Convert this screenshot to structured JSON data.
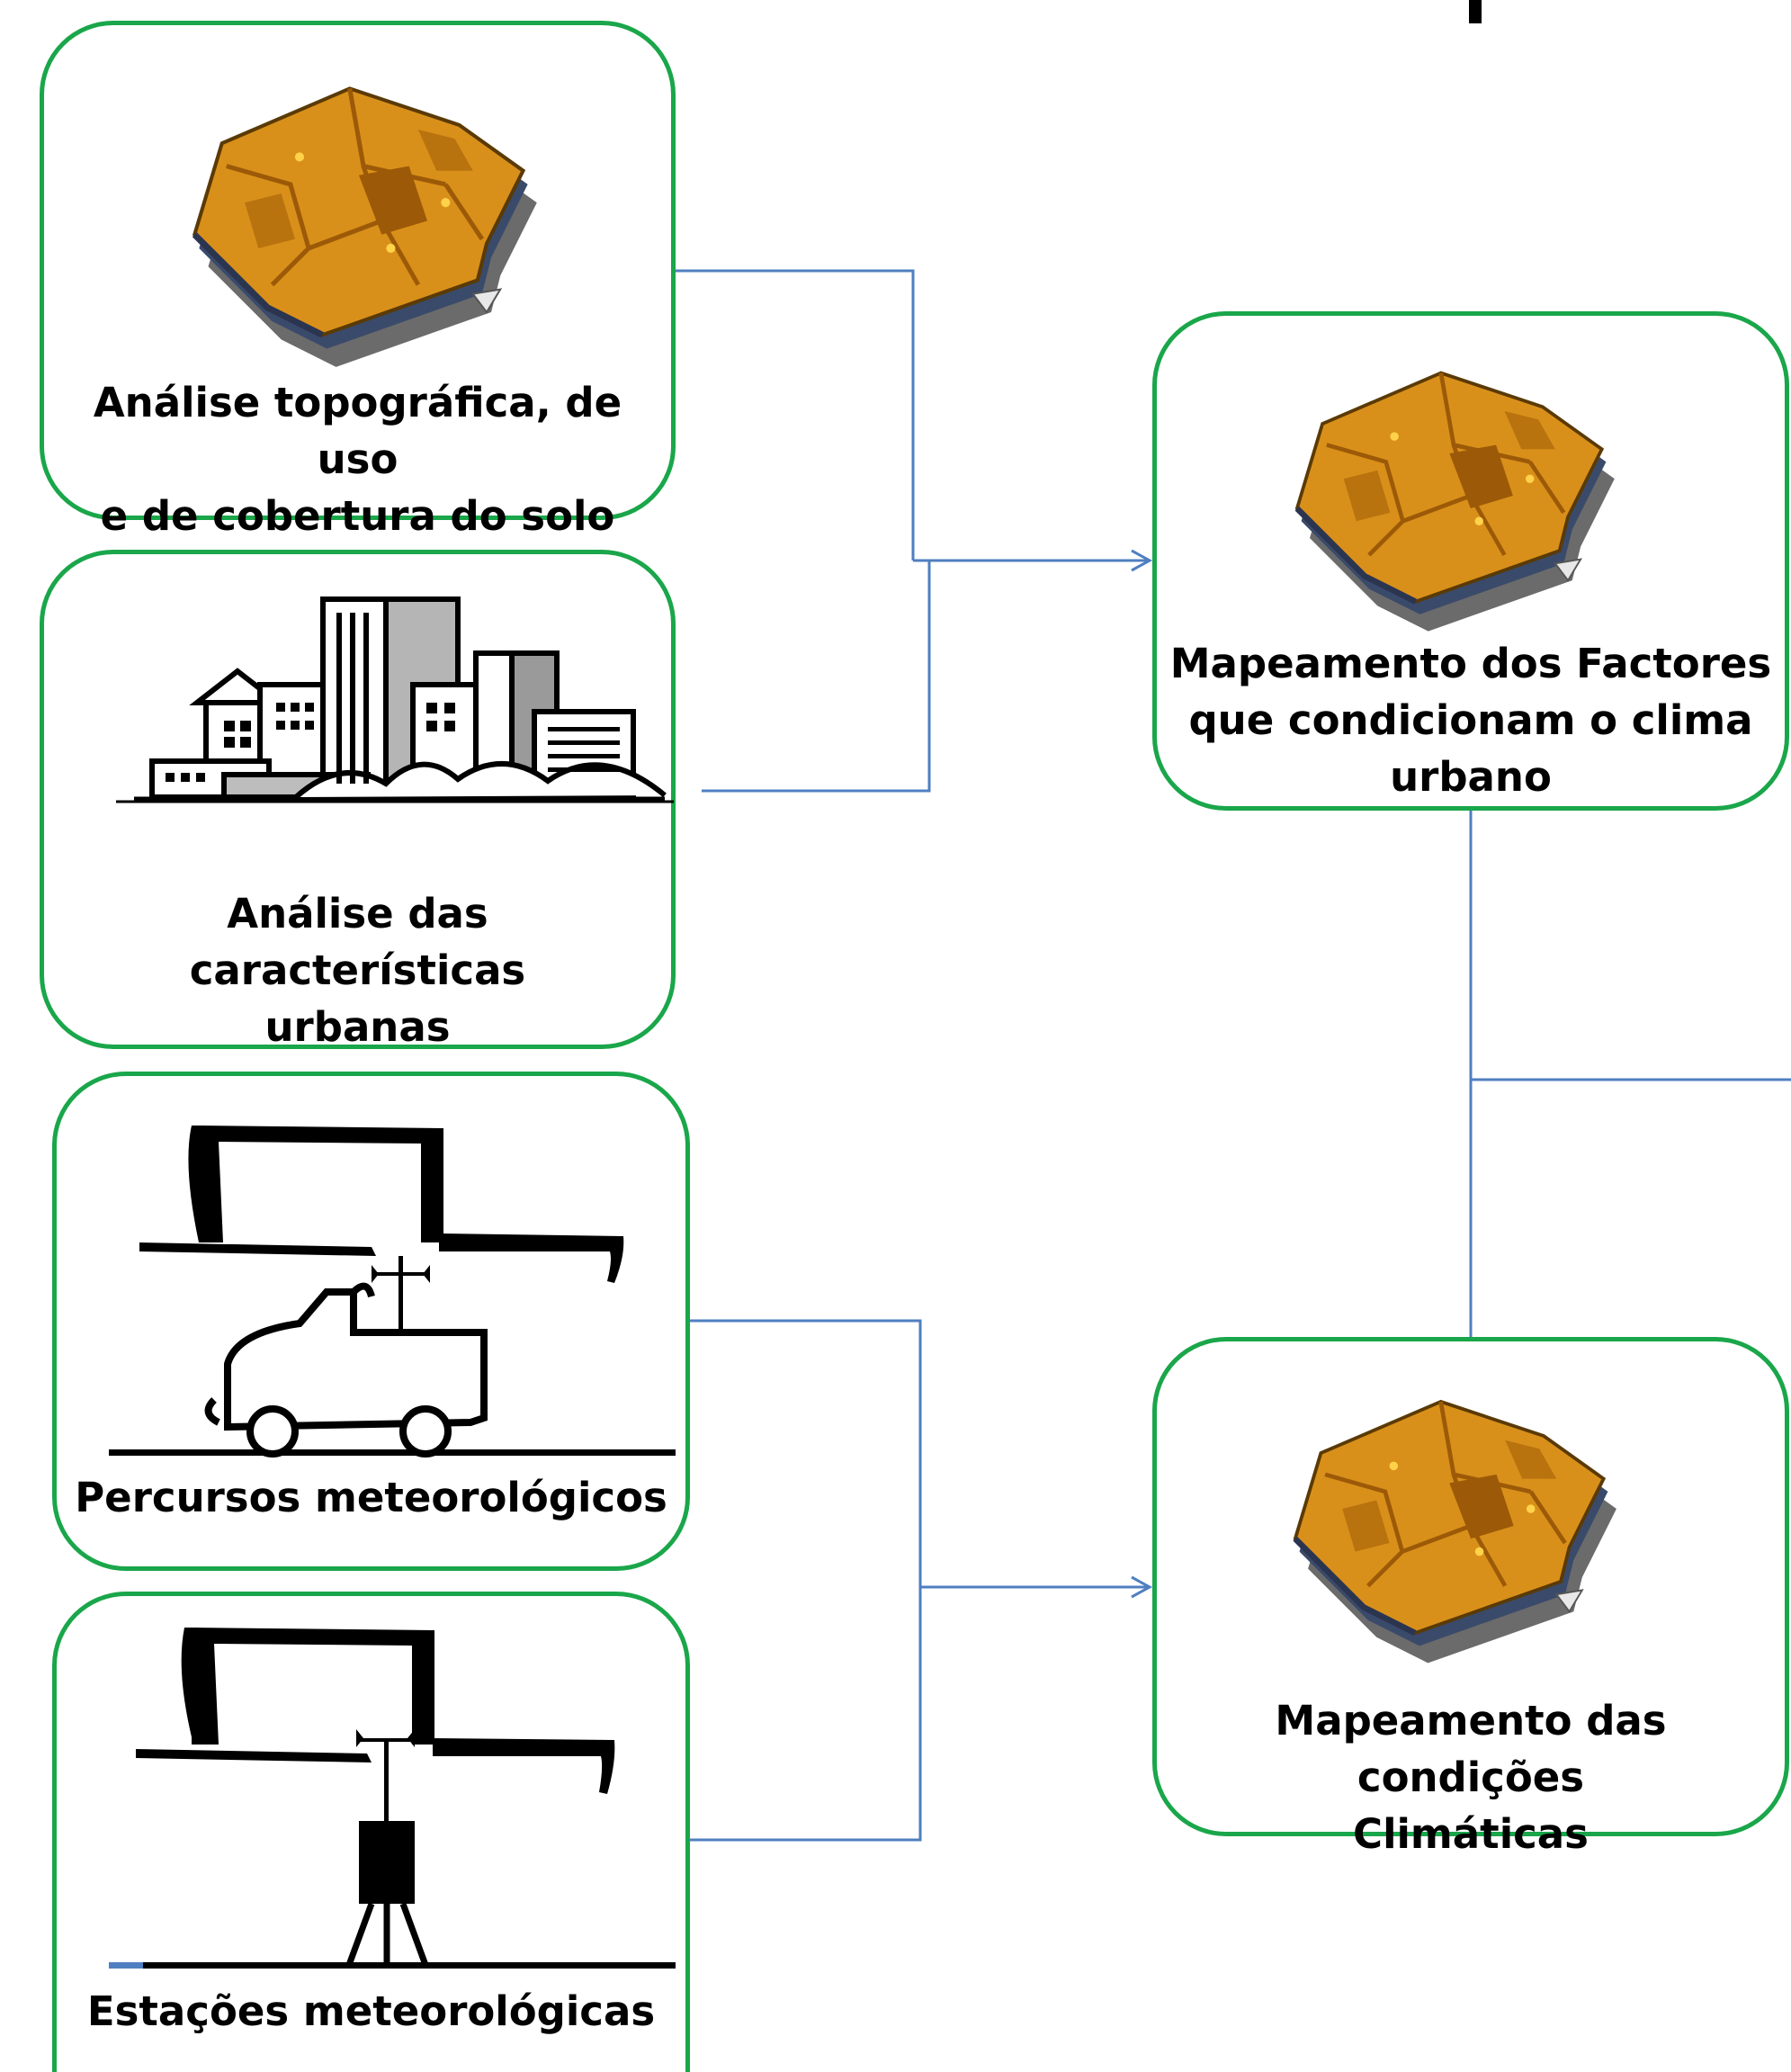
{
  "boxes": {
    "topography": {
      "label": "Análise topográfica, de uso\ne de cobertura do solo",
      "icon": "folded-map-icon"
    },
    "urban": {
      "label": "Análise das características\nurbanas",
      "icon": "city-buildings-icon"
    },
    "routes": {
      "label": "Percursos meteorológicos",
      "icon": "weather-vehicle-icon"
    },
    "stations": {
      "label": "Estações meteorológicas",
      "icon": "weather-station-icon"
    },
    "factors_map": {
      "label": "Mapeamento dos Factores\nque condicionam o clima\nurbano",
      "icon": "folded-map-icon"
    },
    "climate_map": {
      "label": "Mapeamento das condições\nClimáticas",
      "icon": "folded-map-icon"
    }
  },
  "colors": {
    "box_border": "#1aa64a",
    "connector": "#4f7fc0",
    "map_fill": "#d9901a",
    "map_dark": "#9c5a08"
  }
}
